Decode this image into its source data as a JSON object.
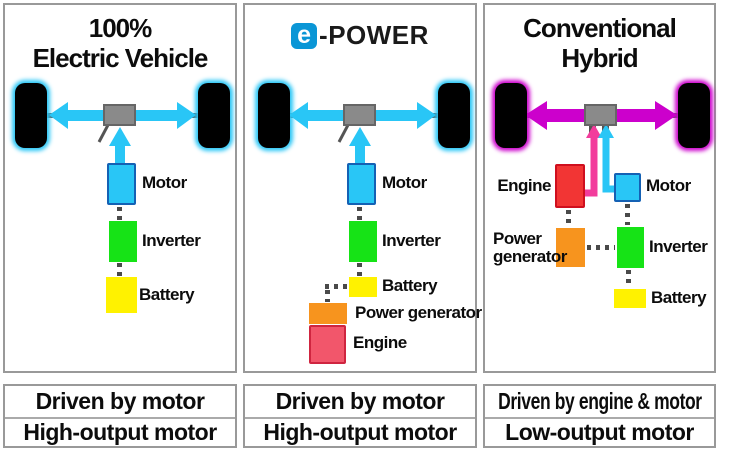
{
  "colors": {
    "cyan": "#29c6f6",
    "magenta": "#cc00cc",
    "pink": "#f23c9c",
    "green": "#16e316",
    "yellow": "#fff200",
    "orange": "#f7941e",
    "red": "#f23534",
    "salmon": "#f2566b",
    "motor_border": "#1461b4",
    "epower_blue": "#0a96d6",
    "gearbox": "#8a8a8a",
    "axle": "#5a5a5a",
    "panel_border": "#999999"
  },
  "panels": [
    {
      "title_line1": "100%",
      "title_line2": "Electric Vehicle",
      "labels": {
        "motor": "Motor",
        "inverter": "Inverter",
        "battery": "Battery"
      },
      "drive": "Driven by motor",
      "motor_type": "High-output motor"
    },
    {
      "logo_e": "e",
      "logo_text": "-POWER",
      "labels": {
        "motor": "Motor",
        "inverter": "Inverter",
        "battery": "Battery",
        "power_generator": "Power generator",
        "engine": "Engine"
      },
      "drive": "Driven by motor",
      "motor_type": "High-output motor"
    },
    {
      "title_line1": "Conventional",
      "title_line2": "Hybrid",
      "labels": {
        "engine": "Engine",
        "motor": "Motor",
        "power_generator": "Power generator",
        "inverter": "Inverter",
        "battery": "Battery"
      },
      "drive": "Driven by engine & motor",
      "motor_type": "Low-output motor"
    }
  ]
}
